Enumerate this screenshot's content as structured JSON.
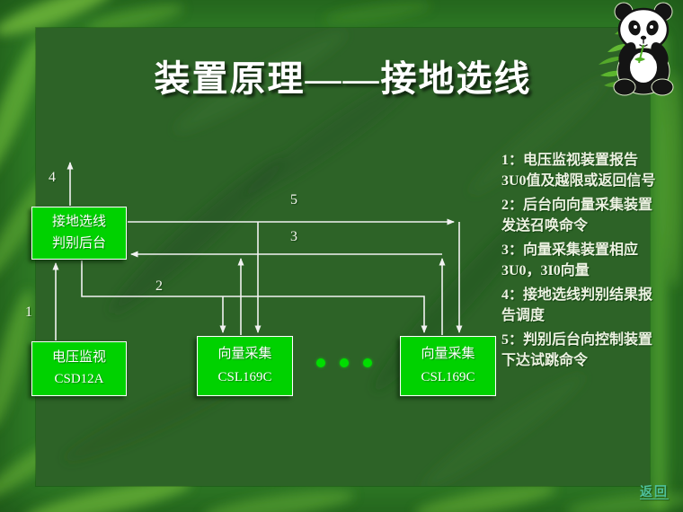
{
  "title": "装置原理——接地选线",
  "diagram": {
    "nodes": [
      {
        "id": "backoffice",
        "line1": "接地选线",
        "line2": "判别后台"
      },
      {
        "id": "voltage",
        "line1": "电压监视",
        "line2": "CSD12A"
      },
      {
        "id": "vector1",
        "line1": "向量采集",
        "line2": "CSL169C"
      },
      {
        "id": "vector2",
        "line1": "向量采集",
        "line2": "CSL169C"
      }
    ],
    "ellipsis_dots": 3,
    "arrow_labels": {
      "a1": "1",
      "a2": "2",
      "a3": "3",
      "a4": "4",
      "a5": "5"
    },
    "edges": [
      {
        "label": "1",
        "from": "voltage",
        "to": "backoffice"
      },
      {
        "label": "2",
        "from": "backoffice",
        "to": "vector1,vector2"
      },
      {
        "label": "3",
        "from": "vector1,vector2",
        "to": "backoffice"
      },
      {
        "label": "4",
        "from": "backoffice",
        "to": "offscreen-top"
      },
      {
        "label": "5",
        "from": "backoffice",
        "to": "vector1,vector2"
      }
    ]
  },
  "notes": {
    "items": [
      {
        "lines": [
          "1：电压监视装置报告",
          "3U0值及越限或返回信号"
        ]
      },
      {
        "lines": [
          "2：后台向向量采集装置",
          "发送召唤命令"
        ]
      },
      {
        "lines": [
          "3：向量采集装置相应",
          "3U0，3I0向量"
        ]
      },
      {
        "lines": [
          "4：接地选线判别结果报",
          "告调度"
        ]
      },
      {
        "lines": [
          "5：判别后台向控制装置",
          "下达试跳命令"
        ]
      }
    ]
  },
  "footer": {
    "return_label": "返回"
  },
  "colors": {
    "node_fill": "#00d200",
    "dot_green": "#00dd00",
    "connector_white": "#f2f2f2",
    "panel_green": "#2d6327",
    "outer_green": "#2f7d26",
    "link_teal": "#4fc09b",
    "title_white": "#ffffff"
  }
}
